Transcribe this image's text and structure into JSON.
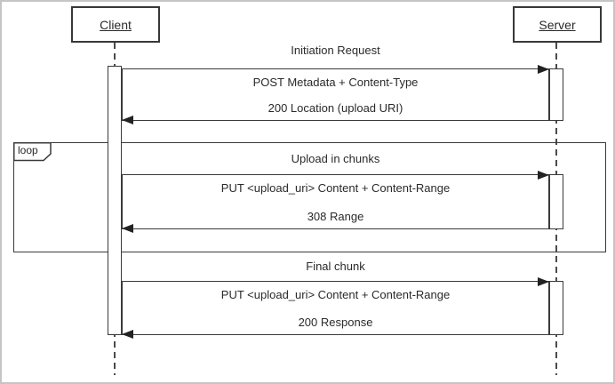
{
  "actors": {
    "client": "Client",
    "server": "Server"
  },
  "fragment": {
    "operator": "loop"
  },
  "sections": [
    {
      "title": "Initiation Request",
      "request": "POST Metadata + Content-Type",
      "response": "200 Location (upload URI)"
    },
    {
      "title": "Upload in chunks",
      "request": "PUT <upload_uri> Content + Content-Range",
      "response": "308 Range"
    },
    {
      "title": "Final chunk",
      "request": "PUT <upload_uri> Content + Content-Range",
      "response": "200 Response"
    }
  ],
  "colors": {
    "line": "#3a3a3a",
    "text": "#2a2a2a",
    "background": "#ffffff",
    "frame_border": "#c5c5c5"
  }
}
